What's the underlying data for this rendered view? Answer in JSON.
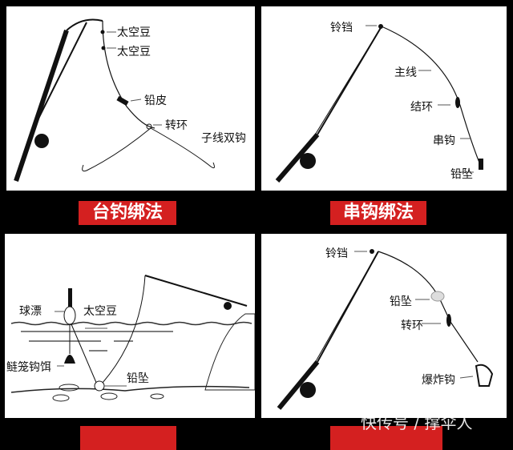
{
  "panels": [
    {
      "title": "台钓绑法",
      "labels": [
        "太空豆",
        "太空豆",
        "铅皮",
        "转环",
        "子线双钩"
      ]
    },
    {
      "title": "串钩绑法",
      "labels": [
        "铃铛",
        "主线",
        "结环",
        "串钩",
        "铅坠"
      ]
    },
    {
      "title": "",
      "labels": [
        "球漂",
        "太空豆",
        "鲢笼钩饵",
        "铅坠"
      ]
    },
    {
      "title": "",
      "labels": [
        "铃铛",
        "铅坠",
        "转环",
        "爆炸钩"
      ]
    }
  ],
  "watermark": "快传号 / 撑伞人"
}
